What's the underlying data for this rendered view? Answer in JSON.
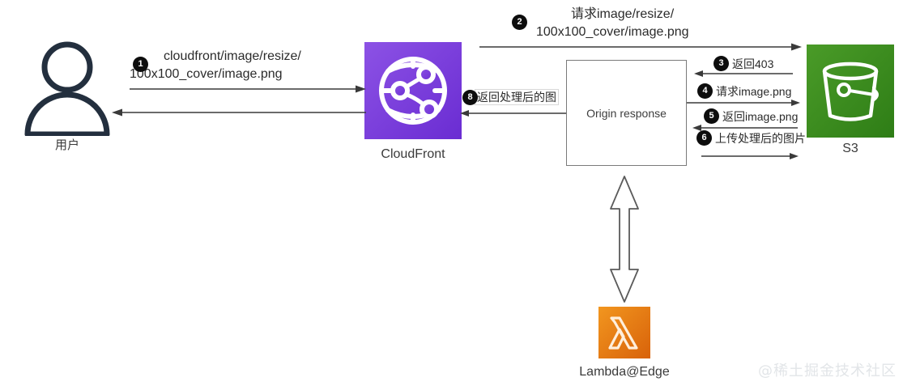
{
  "diagram": {
    "title": "CloudFront + Lambda@Edge image resize flow",
    "watermark": "@稀土掘金技术社区"
  },
  "nodes": {
    "user": {
      "label": "用户",
      "icon": "user-person-icon",
      "color": "#232F3E"
    },
    "cloudfront": {
      "label": "CloudFront",
      "icon": "cloudfront-globe-icon",
      "color_from": "#8C52E5",
      "color_to": "#6A2CD2"
    },
    "s3": {
      "label": "S3",
      "icon": "s3-bucket-icon",
      "color_from": "#4A9B28",
      "color_to": "#2E7D16"
    },
    "lambda": {
      "label": "Lambda@Edge",
      "icon": "lambda-icon",
      "color_from": "#F2961F",
      "color_to": "#D8620A"
    },
    "origin_response": {
      "label": "Origin response"
    }
  },
  "steps": [
    {
      "number": "1",
      "text_line1": "cloudfront/image/resize/",
      "text_line2": "100x100_cover/image.png",
      "from": "user",
      "to": "cloudfront",
      "direction": "right"
    },
    {
      "number": "2",
      "text_line1": "请求image/resize/",
      "text_line2": "100x100_cover/image.png",
      "from": "cloudfront",
      "to": "s3",
      "direction": "right"
    },
    {
      "number": "3",
      "text_line1": "返回403",
      "from": "s3",
      "to": "origin_response",
      "direction": "left"
    },
    {
      "number": "4",
      "text_line1": "请求image.png",
      "from": "origin_response",
      "to": "s3",
      "direction": "right"
    },
    {
      "number": "5",
      "text_line1": "返回image.png",
      "from": "s3",
      "to": "origin_response",
      "direction": "left"
    },
    {
      "number": "6",
      "text_line1": "上传处理后的图片",
      "from": "origin_response",
      "to": "s3",
      "direction": "right"
    },
    {
      "number": "8",
      "text_line1": "返回处理后的图",
      "from": "origin_response",
      "to": "cloudfront",
      "direction": "left"
    }
  ]
}
